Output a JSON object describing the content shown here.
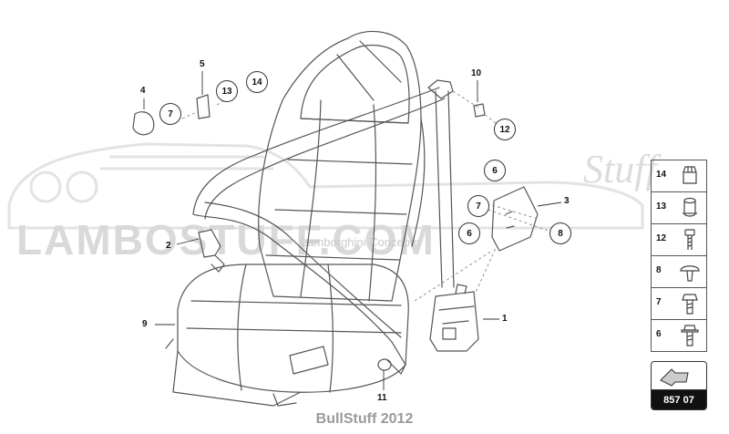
{
  "watermark": {
    "brand": "LAMBOSTUFF.COM",
    "sub": "Lamborghini Concepts",
    "script": "Stuff"
  },
  "callouts": {
    "c1": "1",
    "c2": "2",
    "c3": "3",
    "c4": "4",
    "c5": "5",
    "c6a": "6",
    "c6b": "6",
    "c7a": "7",
    "c7b": "7",
    "c8": "8",
    "c9": "9",
    "c10": "10",
    "c11": "11",
    "c12": "12",
    "c13": "13",
    "c14": "14"
  },
  "legend": [
    {
      "num": "14",
      "icon": "nut-icon"
    },
    {
      "num": "13",
      "icon": "sleeve-nut-icon"
    },
    {
      "num": "12",
      "icon": "screw-icon"
    },
    {
      "num": "8",
      "icon": "clip-icon"
    },
    {
      "num": "7",
      "icon": "hex-bolt-icon"
    },
    {
      "num": "6",
      "icon": "flange-bolt-icon"
    }
  ],
  "diagram_id": "857 07",
  "footer": "BullStuff 2012"
}
